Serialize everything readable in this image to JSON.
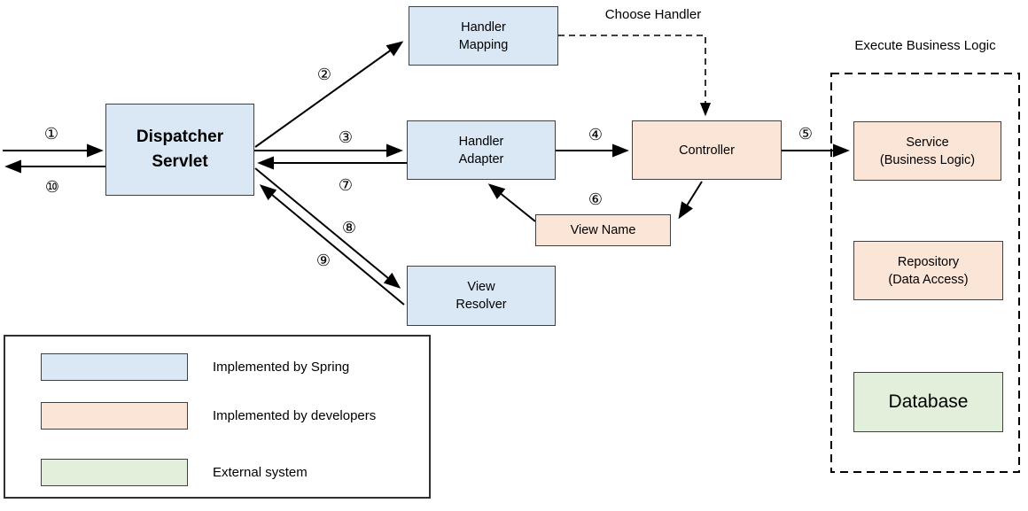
{
  "diagram": {
    "annotations": {
      "choose_handler": "Choose Handler",
      "execute_business_logic": "Execute Business Logic"
    },
    "nodes": {
      "dispatcher_servlet": {
        "line1": "Dispatcher",
        "line2": "Servlet"
      },
      "handler_mapping": {
        "line1": "Handler",
        "line2": "Mapping"
      },
      "handler_adapter": {
        "line1": "Handler",
        "line2": "Adapter"
      },
      "view_resolver": {
        "line1": "View",
        "line2": "Resolver"
      },
      "controller": {
        "line1": "Controller"
      },
      "view_name": {
        "line1": "View Name"
      },
      "service": {
        "line1": "Service",
        "line2": "(Business Logic)"
      },
      "repository": {
        "line1": "Repository",
        "line2": "(Data Access)"
      },
      "database": {
        "line1": "Database"
      }
    },
    "steps": [
      "①",
      "②",
      "③",
      "④",
      "⑤",
      "⑥",
      "⑦",
      "⑧",
      "⑨",
      "⑩"
    ],
    "legend": {
      "items": [
        {
          "label": "Implemented by Spring",
          "color": "#dae8f5"
        },
        {
          "label": "Implemented by developers",
          "color": "#fbe5d6"
        },
        {
          "label": "External system",
          "color": "#e2efda"
        }
      ]
    },
    "colors": {
      "spring_fill": "#dae8f5",
      "developer_fill": "#fbe5d6",
      "external_fill": "#e2efda",
      "box_border": "#404040",
      "arrow": "#000000"
    }
  }
}
